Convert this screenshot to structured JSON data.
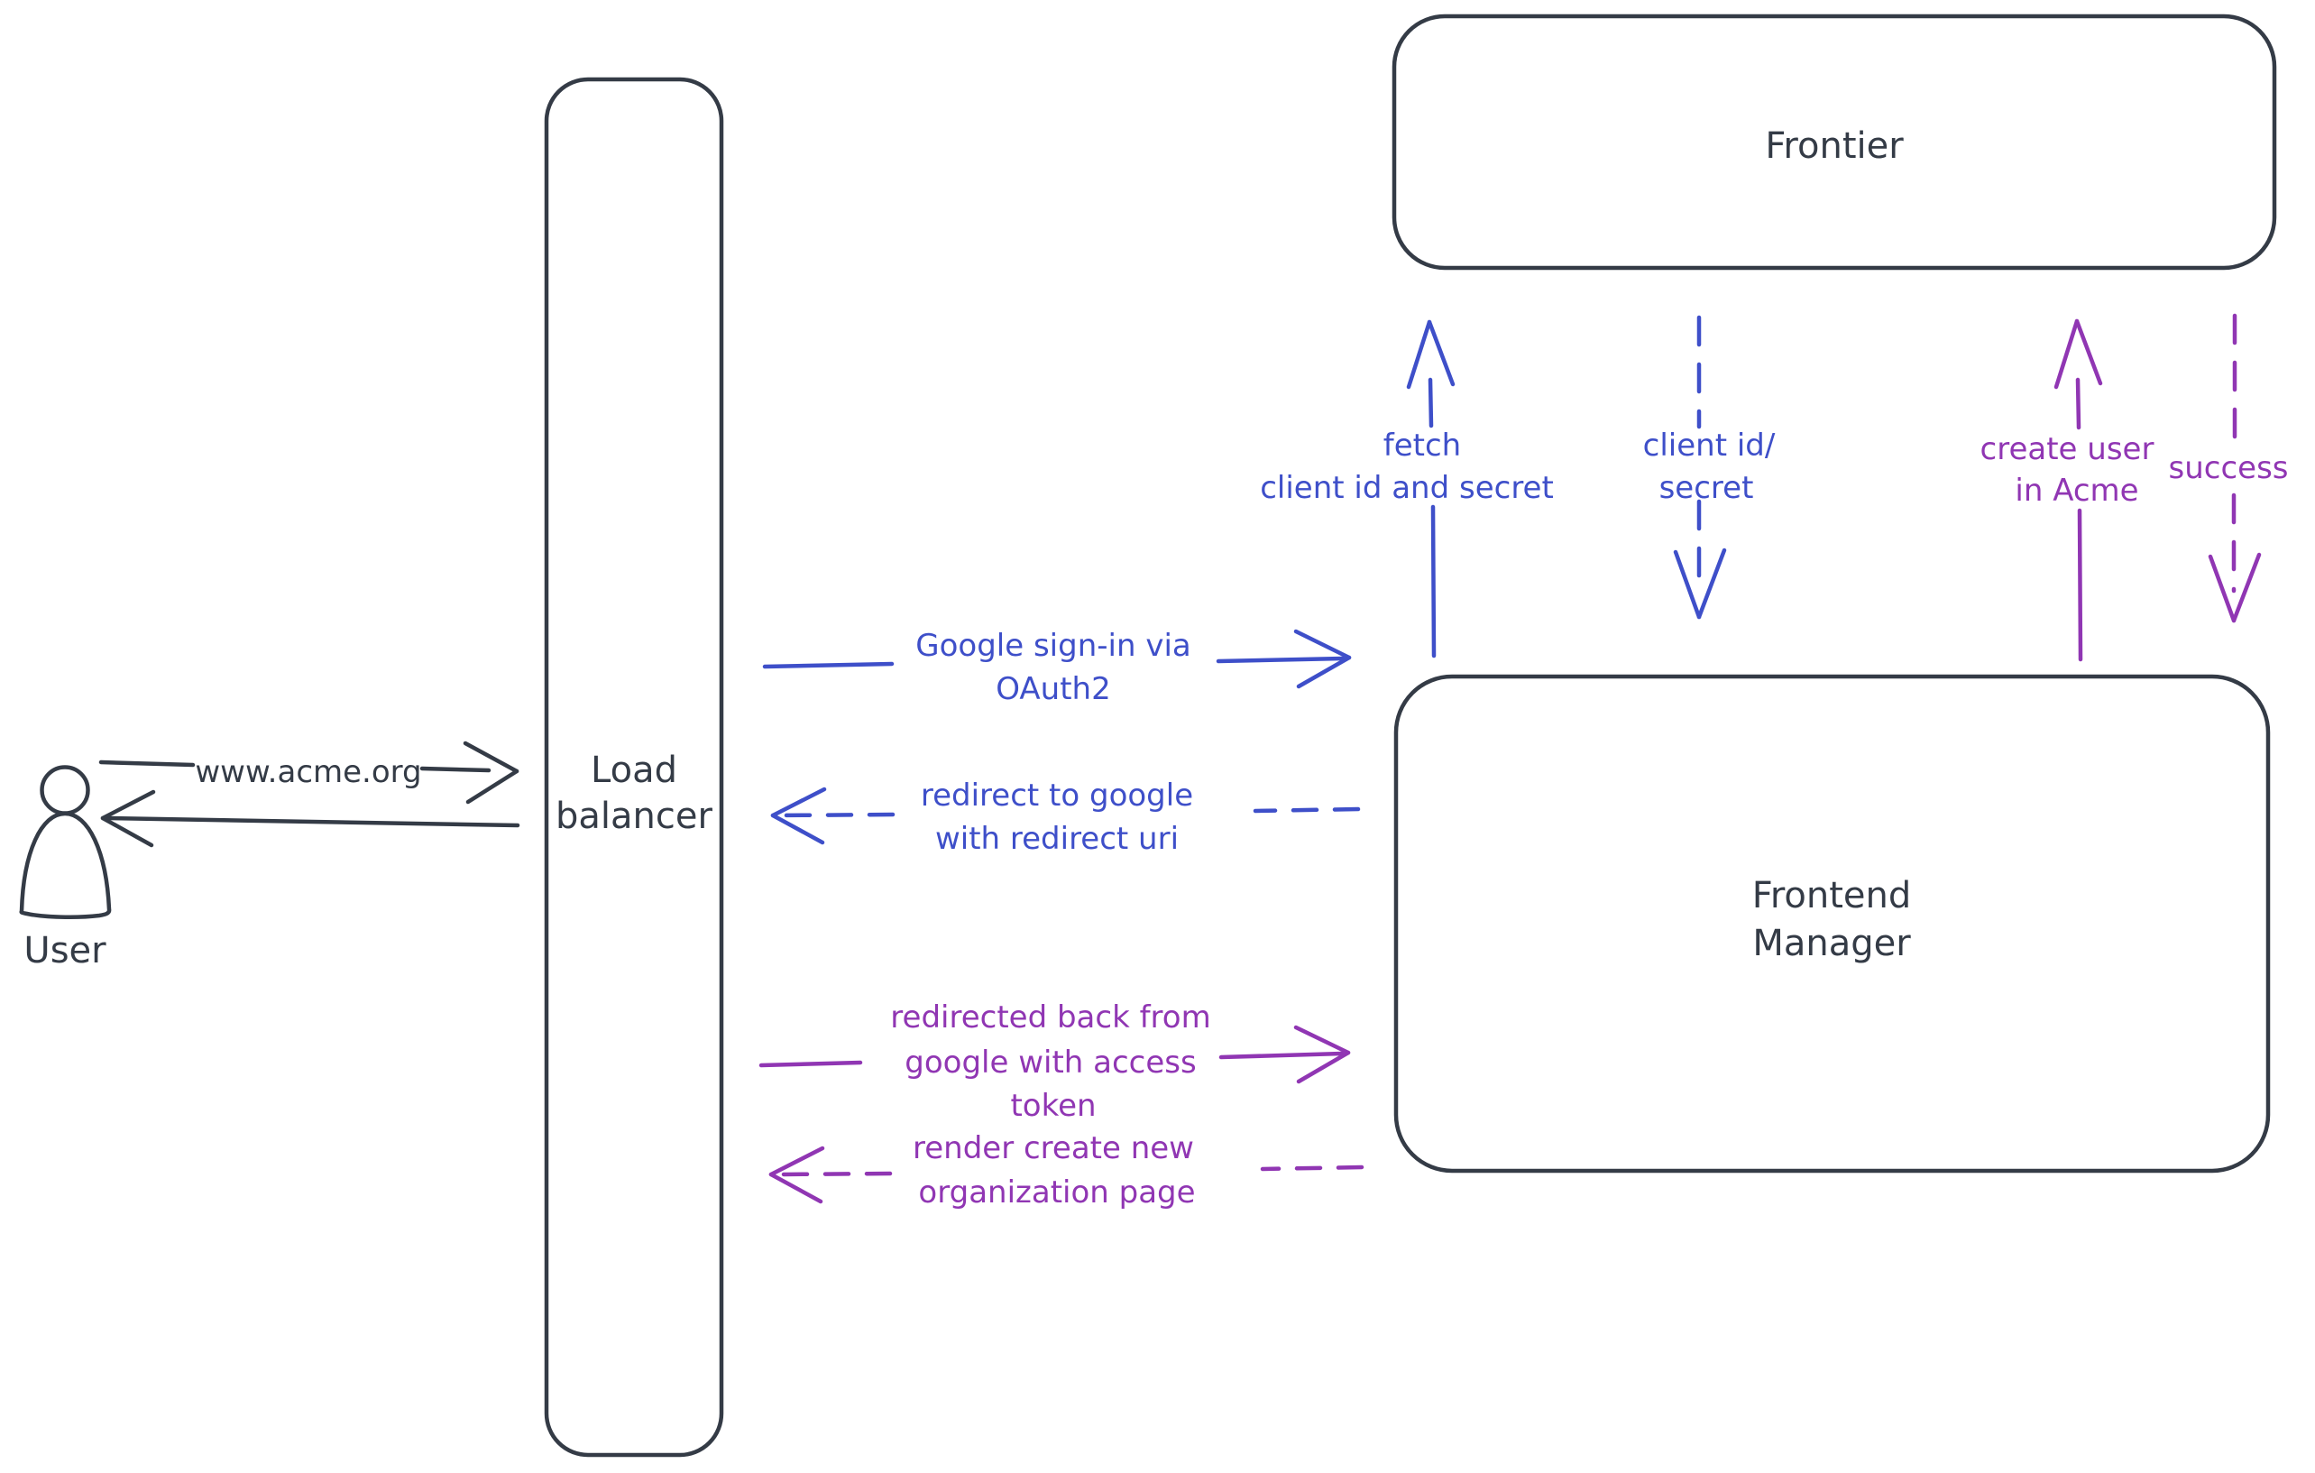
{
  "colors": {
    "ink": "#343b46",
    "blue": "#3e4fc9",
    "purple": "#9036b3",
    "hatch": "#ccd5df",
    "background": "#ffffff"
  },
  "nodes": {
    "user": {
      "label": "User",
      "type": "actor"
    },
    "load_balancer": {
      "lines": [
        "Load",
        "balancer"
      ]
    },
    "frontier": {
      "label": "Frontier"
    },
    "frontend_manager": {
      "lines": [
        "Frontend",
        "Manager"
      ]
    }
  },
  "edges": {
    "www_acme": {
      "lines": [
        "www.acme.org"
      ],
      "style": "solid",
      "color": "ink",
      "from": "user",
      "to": "load_balancer",
      "direction": "right"
    },
    "reply_to_user": {
      "lines": [],
      "style": "solid",
      "color": "ink",
      "from": "load_balancer",
      "to": "user",
      "direction": "left"
    },
    "google_signin": {
      "lines": [
        "Google sign-in via",
        "OAuth2"
      ],
      "style": "solid",
      "color": "blue",
      "from": "load_balancer",
      "to": "frontend_manager",
      "direction": "right"
    },
    "redirect_to_google": {
      "lines": [
        "redirect to google",
        "with redirect uri"
      ],
      "style": "dashed",
      "color": "blue",
      "from": "frontend_manager",
      "to": "load_balancer",
      "direction": "left"
    },
    "fetch_client_secret": {
      "lines": [
        "fetch",
        "client id and secret"
      ],
      "style": "solid",
      "color": "blue",
      "from": "frontend_manager",
      "to": "frontier",
      "direction": "up"
    },
    "client_id_secret": {
      "lines": [
        "client id/",
        "secret"
      ],
      "style": "dashed",
      "color": "blue",
      "from": "frontier",
      "to": "frontend_manager",
      "direction": "down"
    },
    "create_user": {
      "lines": [
        "create user",
        "in Acme"
      ],
      "style": "solid",
      "color": "purple",
      "from": "frontend_manager",
      "to": "frontier",
      "direction": "up"
    },
    "success": {
      "lines": [
        "success"
      ],
      "style": "dashed",
      "color": "purple",
      "from": "frontier",
      "to": "frontend_manager",
      "direction": "down"
    },
    "redirected_back": {
      "lines": [
        "redirected back from",
        "google with access",
        "token"
      ],
      "style": "solid",
      "color": "purple",
      "from": "load_balancer",
      "to": "frontend_manager",
      "direction": "right"
    },
    "render_org_page": {
      "lines": [
        "render create new",
        "organization page"
      ],
      "style": "dashed",
      "color": "purple",
      "from": "frontend_manager",
      "to": "load_balancer",
      "direction": "left"
    }
  }
}
